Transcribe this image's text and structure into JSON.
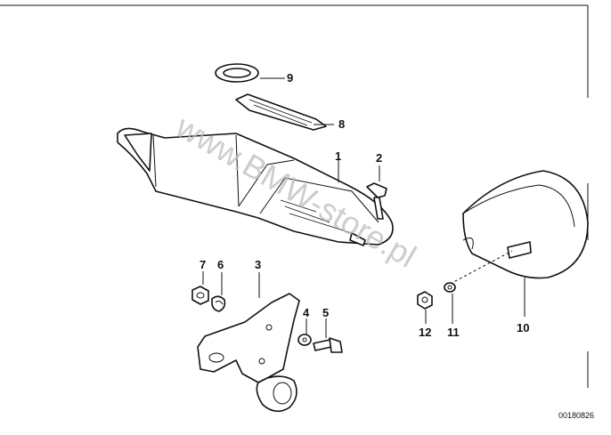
{
  "diagram": {
    "callouts": [
      "9",
      "8",
      "1",
      "2",
      "3",
      "7",
      "6",
      "4",
      "5",
      "10",
      "12",
      "11"
    ],
    "watermark": "www.BMW-store.pl",
    "drawing_code": "00180826",
    "colors": {
      "line": "#111111",
      "background": "#ffffff",
      "watermark": "#bdbdbd"
    }
  }
}
